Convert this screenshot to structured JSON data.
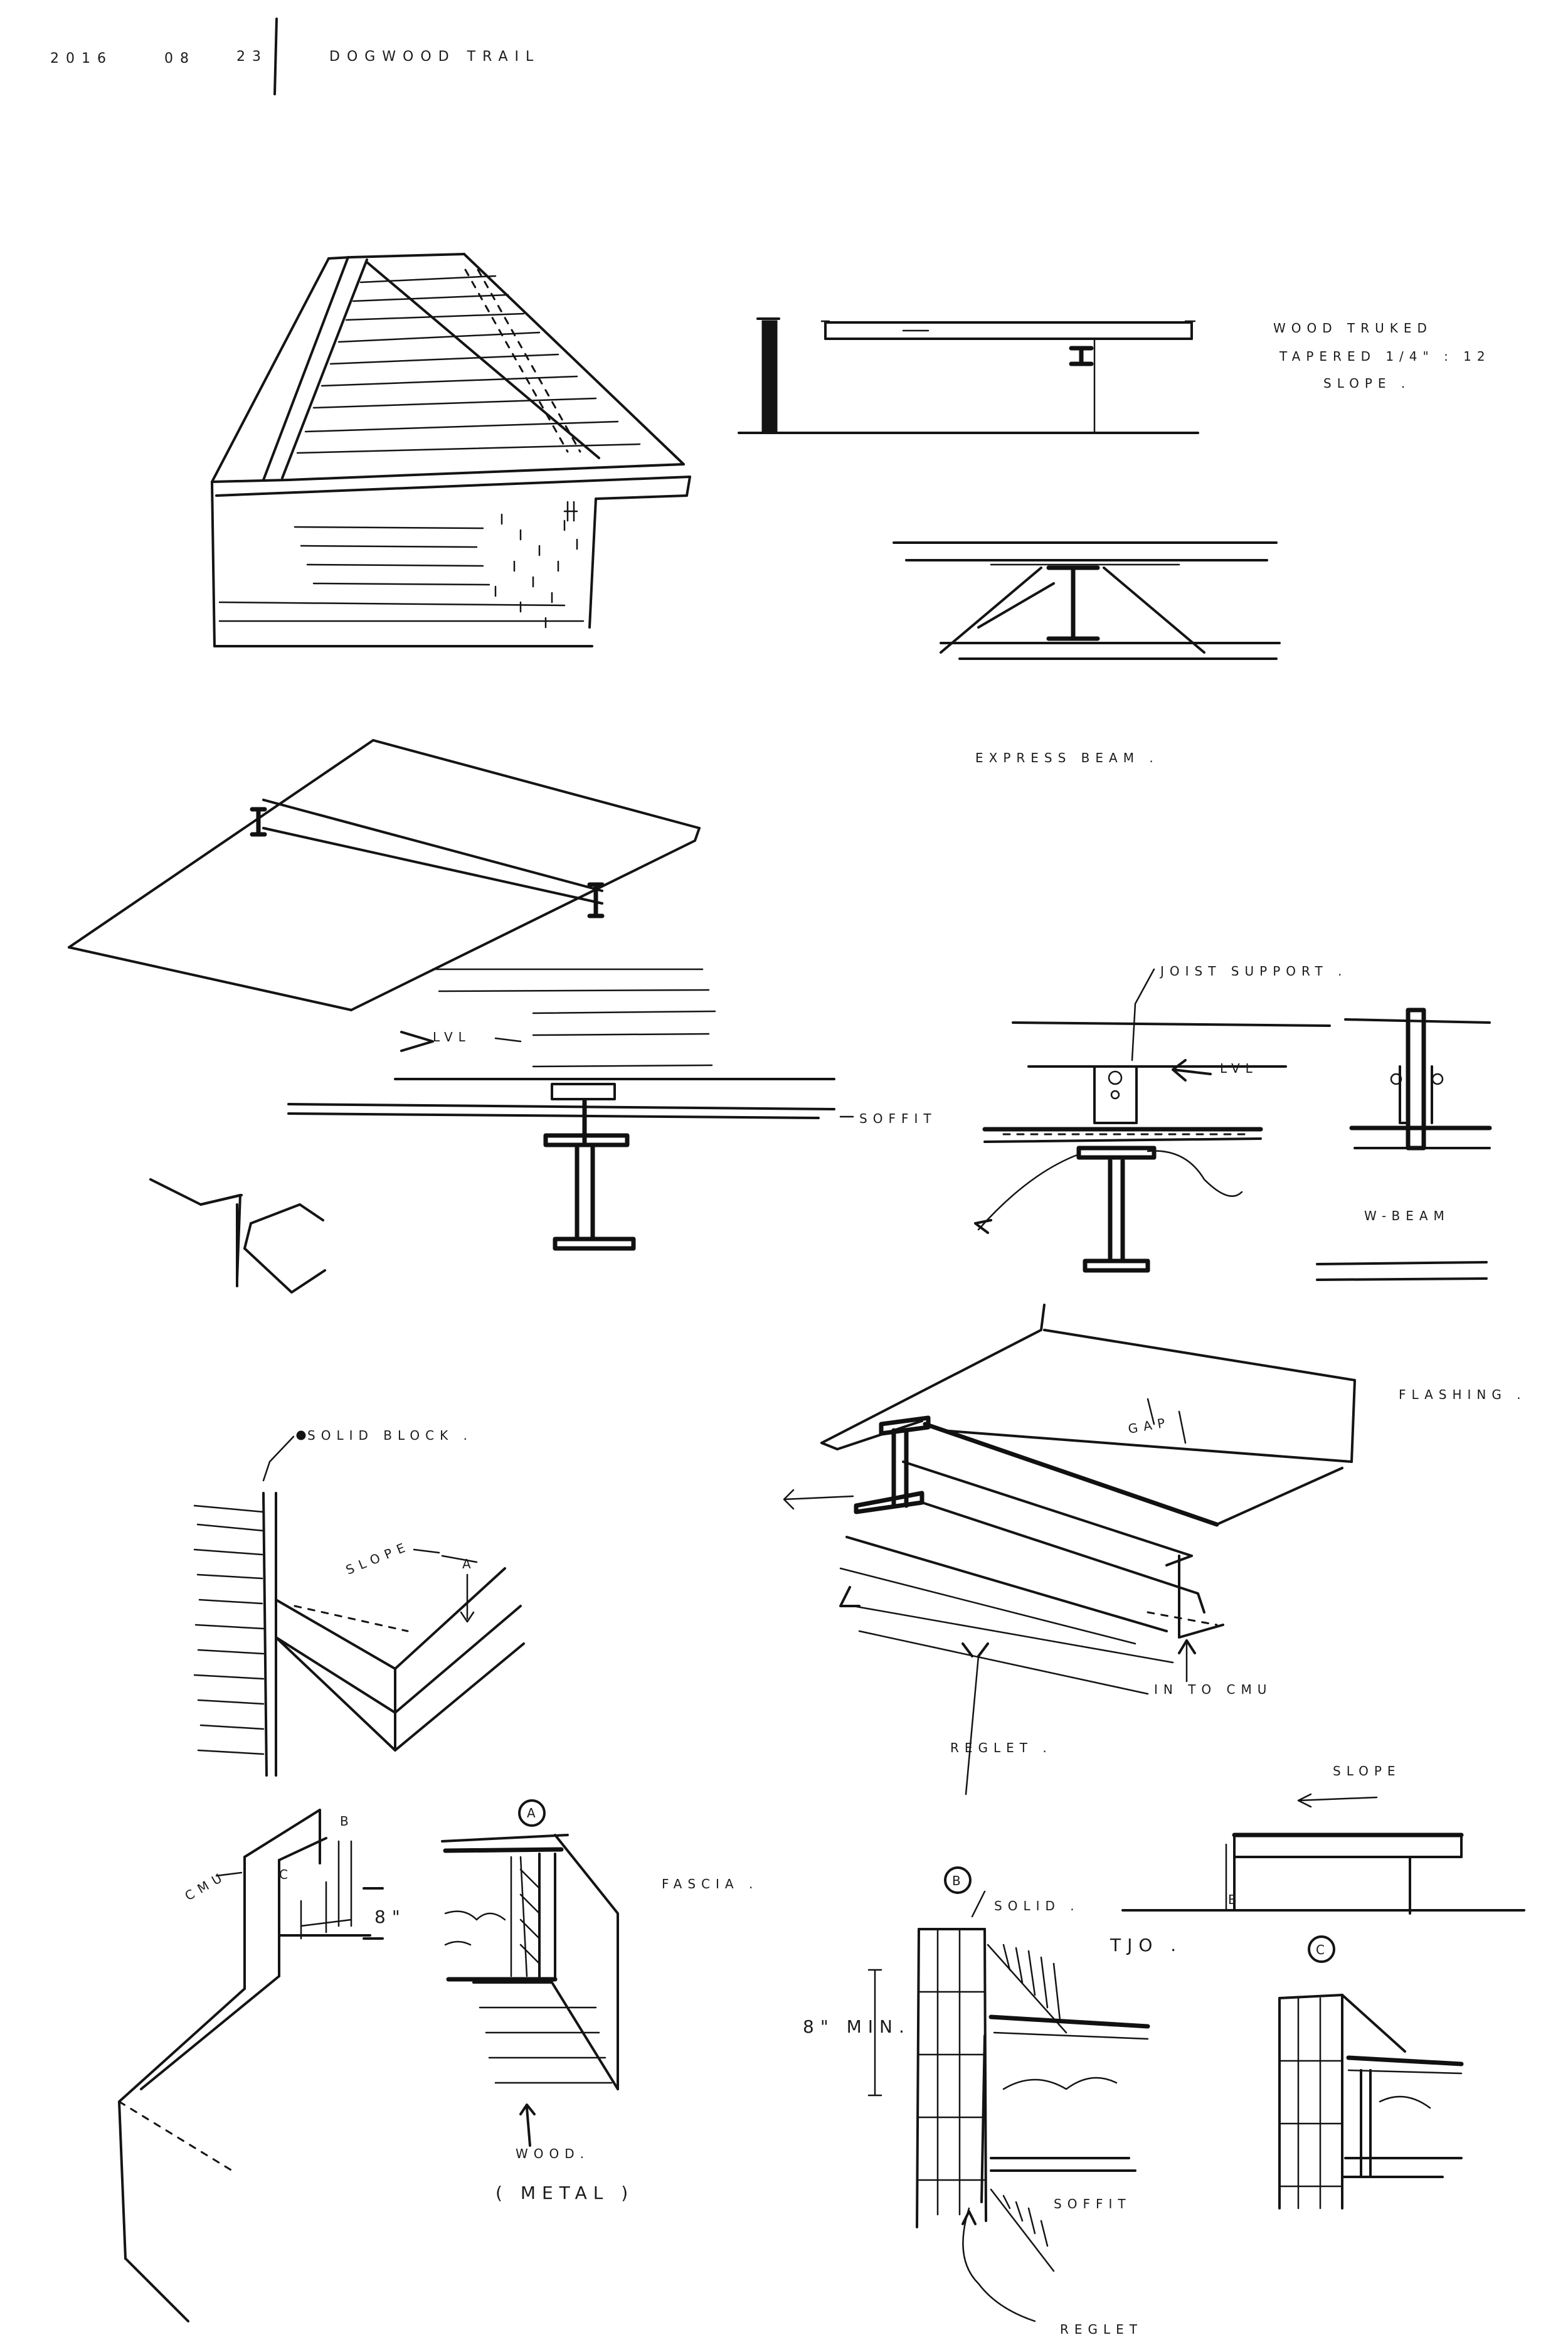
{
  "header": {
    "year": "2016",
    "month": "08",
    "day": "23",
    "project": "DOGWOOD TRAIL"
  },
  "labels": {
    "roof_note_1": "WOOD TRUKED",
    "roof_note_2": "TAPERED 1/4\" : 12",
    "roof_note_3": "SLOPE .",
    "express_beam": "EXPRESS BEAM .",
    "lvl_left": "LVL",
    "soffit_mid": "SOFFIT",
    "joist_support": "JOIST SUPPORT .",
    "lvl_right": "LVL",
    "w_beam": "W-BEAM",
    "solid_block": "SOLID BLOCK .",
    "slope_sketch": "SLOPE",
    "marker_a": "A",
    "flashing": "FLASHING .",
    "gap": "GAP",
    "in_to_cmu": "IN TO CMU",
    "reglet_mid": "REGLET .",
    "cmu": "CMU",
    "c_label": "C",
    "b_label": "B",
    "eight_inch": "8\"",
    "fascia": "FASCIA .",
    "wood": "WOOD.",
    "metal": "( METAL )",
    "slope_small": "SLOPE",
    "b_small": "B",
    "callout_a": "A",
    "callout_b": "B",
    "callout_c": "C",
    "solid": "SOLID .",
    "tjo": "TJO .",
    "eight_min": "8\" MIN.",
    "soffit_low": "SOFFIT",
    "reglet_low": "REGLET"
  }
}
